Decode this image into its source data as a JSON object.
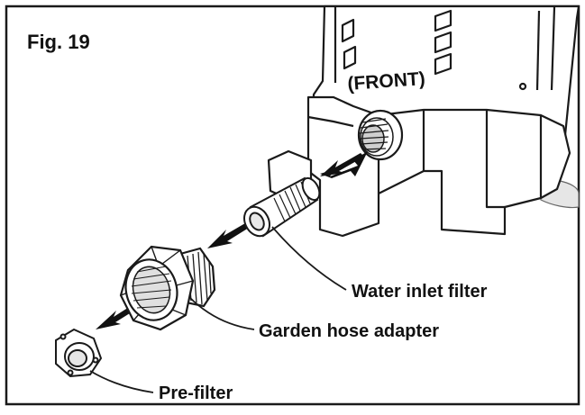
{
  "figure": {
    "title": "Fig. 19",
    "front_label": "(FRONT)"
  },
  "labels": {
    "water_inlet_filter": "Water inlet filter",
    "garden_hose_adapter": "Garden hose adapter",
    "pre_filter": "Pre-filter"
  },
  "colors": {
    "line": "#1a1a1a",
    "fill": "#ffffff",
    "shade": "#d9d9d9",
    "arrow": "#111111"
  },
  "icons": [
    "pressure-washer-housing",
    "water-inlet-port",
    "water-inlet-filter",
    "garden-hose-adapter",
    "pre-filter",
    "direction-arrow"
  ]
}
